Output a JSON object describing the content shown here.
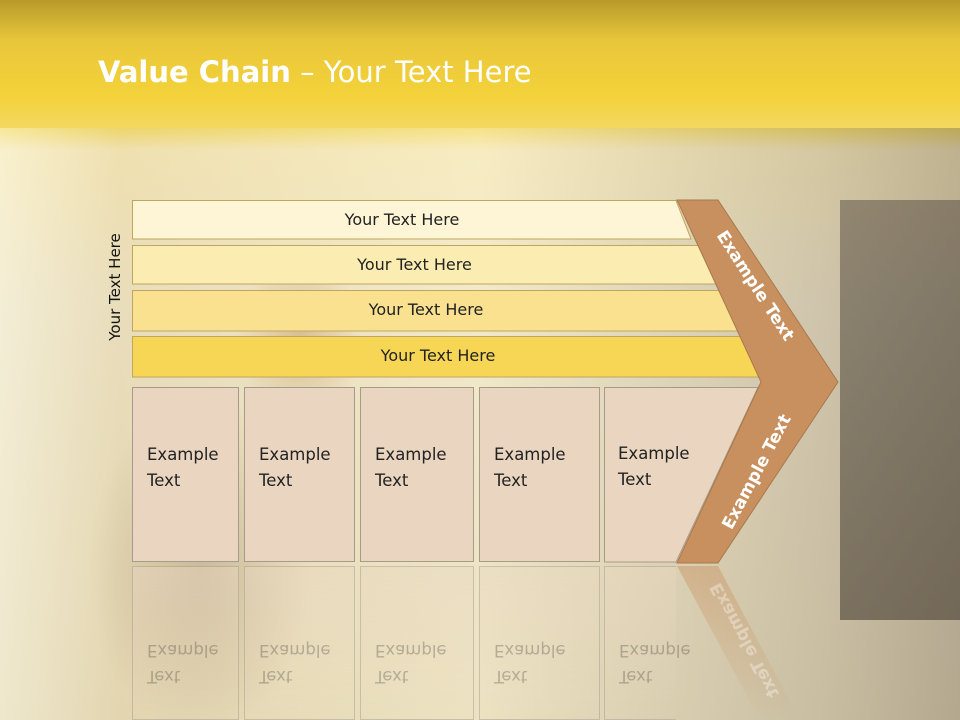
{
  "title": {
    "bold": "Value Chain",
    "rest": " – Your Text Here"
  },
  "side_label": "Your Text Here",
  "rows": [
    {
      "label": "Your Text Here",
      "color": "#fdf5d6"
    },
    {
      "label": "Your Text Here",
      "color": "#fbecb2"
    },
    {
      "label": "Your Text Here",
      "color": "#f9e190"
    },
    {
      "label": "Your Text Here",
      "color": "#f7d656"
    }
  ],
  "boxes": [
    {
      "line1": "Example",
      "line2": "Text"
    },
    {
      "line1": "Example",
      "line2": "Text"
    },
    {
      "line1": "Example",
      "line2": "Text"
    },
    {
      "line1": "Example",
      "line2": "Text"
    },
    {
      "line1": "Example",
      "line2": "Text"
    }
  ],
  "chevron": {
    "top_text": "Example Text",
    "bottom_text": "Example Text",
    "color": "#c8905e"
  }
}
